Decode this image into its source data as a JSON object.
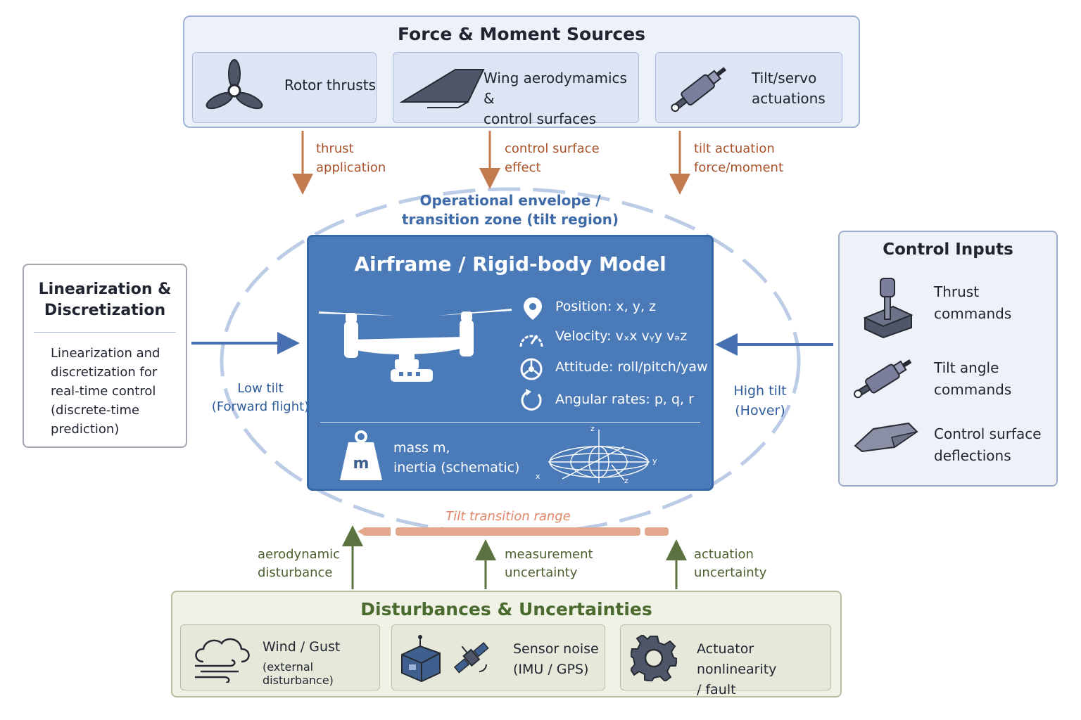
{
  "force_sources": {
    "title": "Force & Moment Sources",
    "items": [
      {
        "label": "Rotor thrusts"
      },
      {
        "label": "Wing aerodymamics &\ncontrol surfaces"
      },
      {
        "label": "Tilt/servo\nactuations"
      }
    ],
    "arrows": [
      {
        "label": "thrust\napplication"
      },
      {
        "label": "control surface\neffect"
      },
      {
        "label": "tilt actuation\nforce/moment"
      }
    ]
  },
  "envelope": {
    "title": "Operational envelope /\ntransition zone (tilt region)",
    "low_tilt": "Low tilt\n(Forward flight)",
    "high_tilt": "High tilt\n(Hover)",
    "tilt_range": "Tilt transition range"
  },
  "model": {
    "title": "Airframe / Rigid-body Model",
    "states": [
      {
        "label": "Position: x, y, z"
      },
      {
        "label": "Velocity: vₓx  vᵧy  vₔz"
      },
      {
        "label": "Attitude: roll/pitch/yaw"
      },
      {
        "label": "Angular rates: p, q, r"
      }
    ],
    "mass_symbol": "m",
    "mass_label": "mass m,\ninertia (schematic)",
    "axes": [
      "z",
      "y",
      "x",
      "z"
    ]
  },
  "linearization": {
    "title": "Linearization &\nDiscretization",
    "body": "Linearization and\ndiscretization for\nreal-time control\n(discrete-time\nprediction)"
  },
  "control_inputs": {
    "title": "Control Inputs",
    "items": [
      {
        "label": "Thrust\ncommands"
      },
      {
        "label": "Tilt angle\ncommands"
      },
      {
        "label": "Control surface\ndeflections"
      }
    ]
  },
  "disturbances": {
    "title": "Disturbances & Uncertainties",
    "arrows": [
      {
        "label": "aerodynamic\ndisturbance"
      },
      {
        "label": "measurement\nuncertainty"
      },
      {
        "label": "actuation\nuncertainty"
      }
    ],
    "items": [
      {
        "label": "Wind / Gust",
        "sub": "(external disturbance)"
      },
      {
        "label": "Sensor noise\n(IMU / GPS)"
      },
      {
        "label": "Actuator nonlinearity\n/ fault"
      }
    ]
  },
  "colors": {
    "model_blue": "#4a7ab8",
    "force_arrow": "#c27a4f",
    "disturbance_arrow": "#5b7340",
    "input_arrow": "#4670b0",
    "envelope": "#b7c9e4",
    "tilt_range": "#e3a78d"
  }
}
